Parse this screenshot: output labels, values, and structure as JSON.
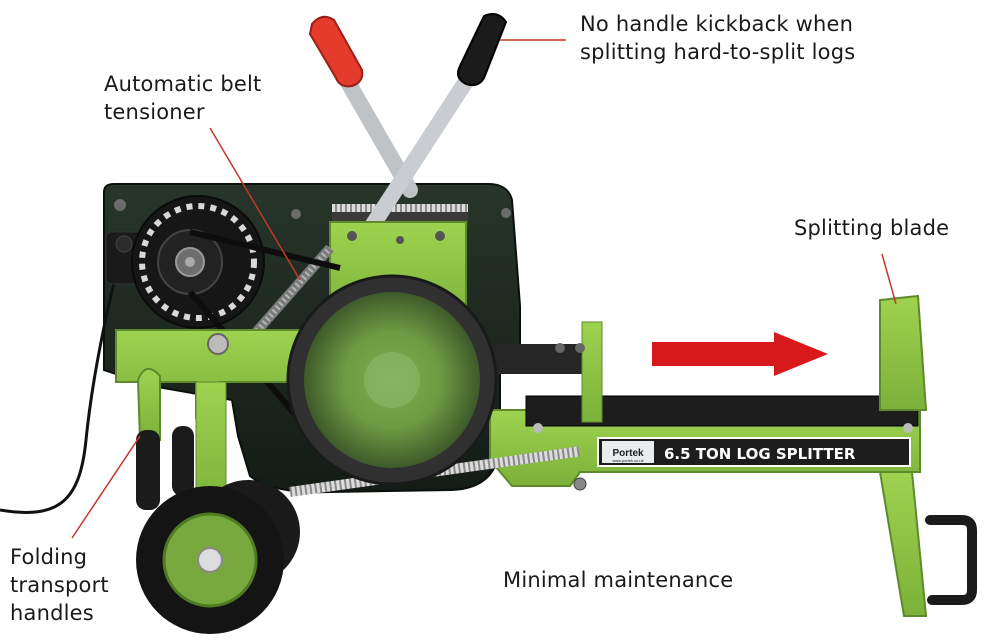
{
  "callouts": {
    "kickback": {
      "line1": "No handle kickback when",
      "line2": "splitting hard-to-split logs"
    },
    "belt": {
      "line1": "Automatic belt",
      "line2": "tensioner"
    },
    "blade": {
      "text": "Splitting blade"
    },
    "folding": {
      "line1": "Folding",
      "line2": "transport",
      "line3": "handles"
    },
    "maintenance": {
      "text": "Minimal maintenance"
    }
  },
  "machine": {
    "brand": "Portek",
    "website": "www.portek.co.uk",
    "model_plate": "6.5 TON LOG SPLITTER"
  },
  "colors": {
    "frame_green": "#8cc63f",
    "housing_dark": "#1f2a22",
    "leader_line": "#c0392b",
    "arrow_red": "#d7191c",
    "handle_red": "#e53b2c",
    "handle_black": "#1b1b1b"
  }
}
